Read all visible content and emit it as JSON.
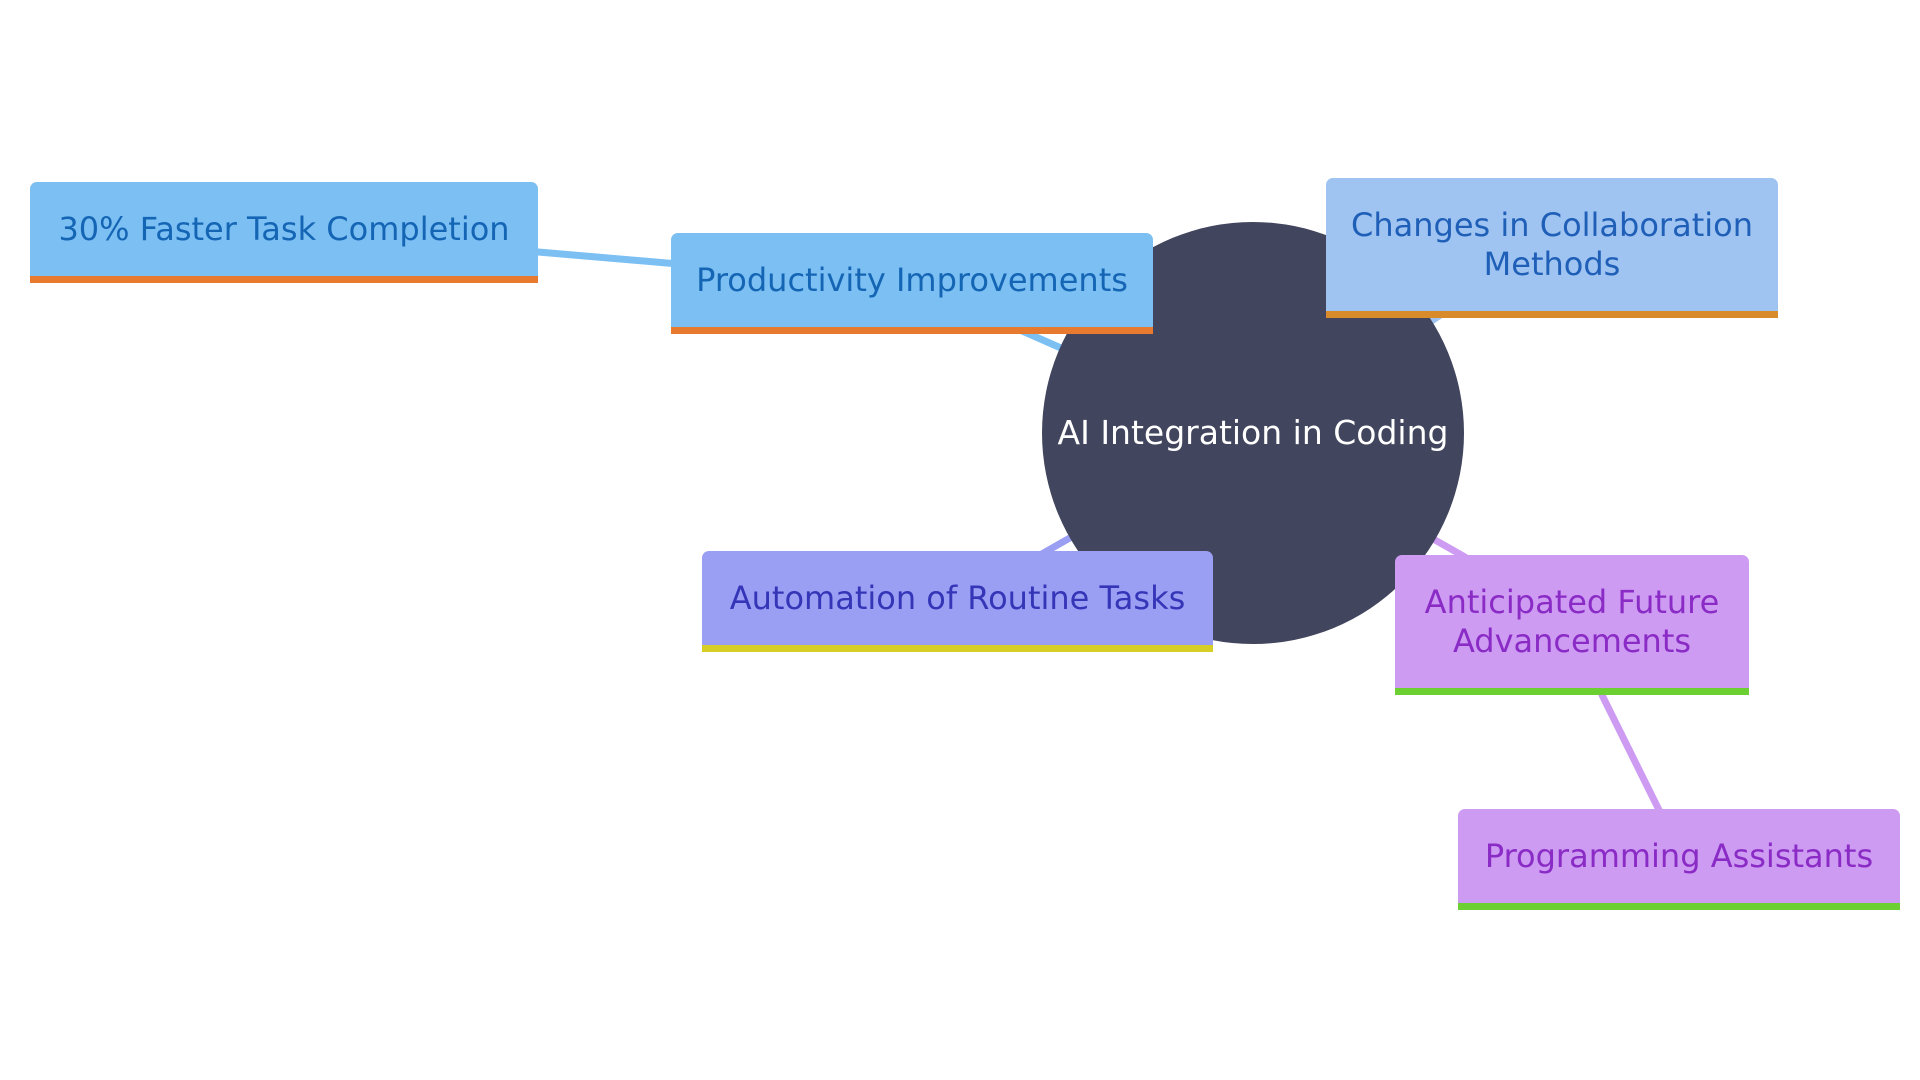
{
  "diagram": {
    "type": "mind-map",
    "center": {
      "label": "AI Integration in Coding",
      "color": "#41455d"
    },
    "nodes": [
      {
        "id": "productivity",
        "label": "Productivity Improvements",
        "parent": "center",
        "fill": "#7bbff3",
        "text_color": "#1565b5",
        "accent": "#e87a30"
      },
      {
        "id": "faster",
        "label": "30% Faster Task Completion",
        "parent": "productivity",
        "fill": "#7bbff3",
        "text_color": "#1565b5",
        "accent": "#e87a30"
      },
      {
        "id": "collab",
        "label": "Changes in Collaboration Methods",
        "parent": "center",
        "fill": "#9fc4f1",
        "text_color": "#1f5fb8",
        "accent": "#d98a2a"
      },
      {
        "id": "automation",
        "label": "Automation of Routine Tasks",
        "parent": "center",
        "fill": "#9b9ff3",
        "text_color": "#3535b8",
        "accent": "#d7cf26"
      },
      {
        "id": "future",
        "label": "Anticipated Future Advancements",
        "parent": "center",
        "fill": "#cd9bf2",
        "text_color": "#8a2bc6",
        "accent": "#6ccf32"
      },
      {
        "id": "assistants",
        "label": "Programming Assistants",
        "parent": "future",
        "fill": "#cd9bf2",
        "text_color": "#8a2bc6",
        "accent": "#6ccf32"
      }
    ],
    "edge_colors": {
      "productivity": "#7bbff3",
      "collab": "#9fc4f1",
      "automation": "#9b9ff3",
      "future": "#cd9bf2"
    }
  }
}
